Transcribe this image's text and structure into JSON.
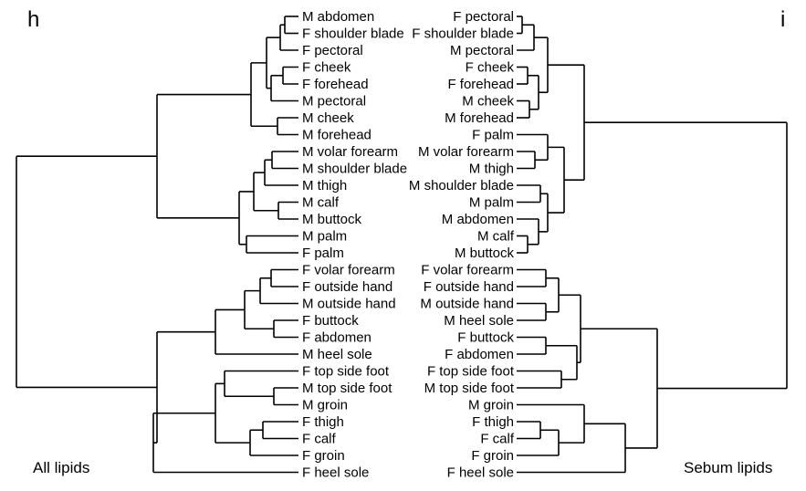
{
  "panels": {
    "left_label": "h",
    "right_label": "i",
    "left_caption": "All lipids",
    "right_caption": "Sebum lipids"
  },
  "left_leaves": [
    "M abdomen",
    "F shoulder blade",
    "F pectoral",
    "F cheek",
    "F forehead",
    "M pectoral",
    "M cheek",
    "M forehead",
    "M volar forearm",
    "M shoulder blade",
    "M thigh",
    "M calf",
    "M buttock",
    "M palm",
    "F palm",
    "F volar forearm",
    "F outside hand",
    "M outside hand",
    "F buttock",
    "F abdomen",
    "M heel sole",
    "F top side foot",
    "M top side foot",
    "M groin",
    "F thigh",
    "F calf",
    "F groin",
    "F heel sole"
  ],
  "right_leaves": [
    "F pectoral",
    "F shoulder blade",
    "M pectoral",
    "F cheek",
    "F forehead",
    "M cheek",
    "M forehead",
    "F palm",
    "M volar forearm",
    "M thigh",
    "M shoulder blade",
    "M palm",
    "M abdomen",
    "M calf",
    "M buttock",
    "F volar forearm",
    "F outside hand",
    "M outside hand",
    "M heel sole",
    "F buttock",
    "F abdomen",
    "F top side foot",
    "M top side foot",
    "M groin",
    "F thigh",
    "F calf",
    "F groin",
    "F heel sole"
  ]
}
